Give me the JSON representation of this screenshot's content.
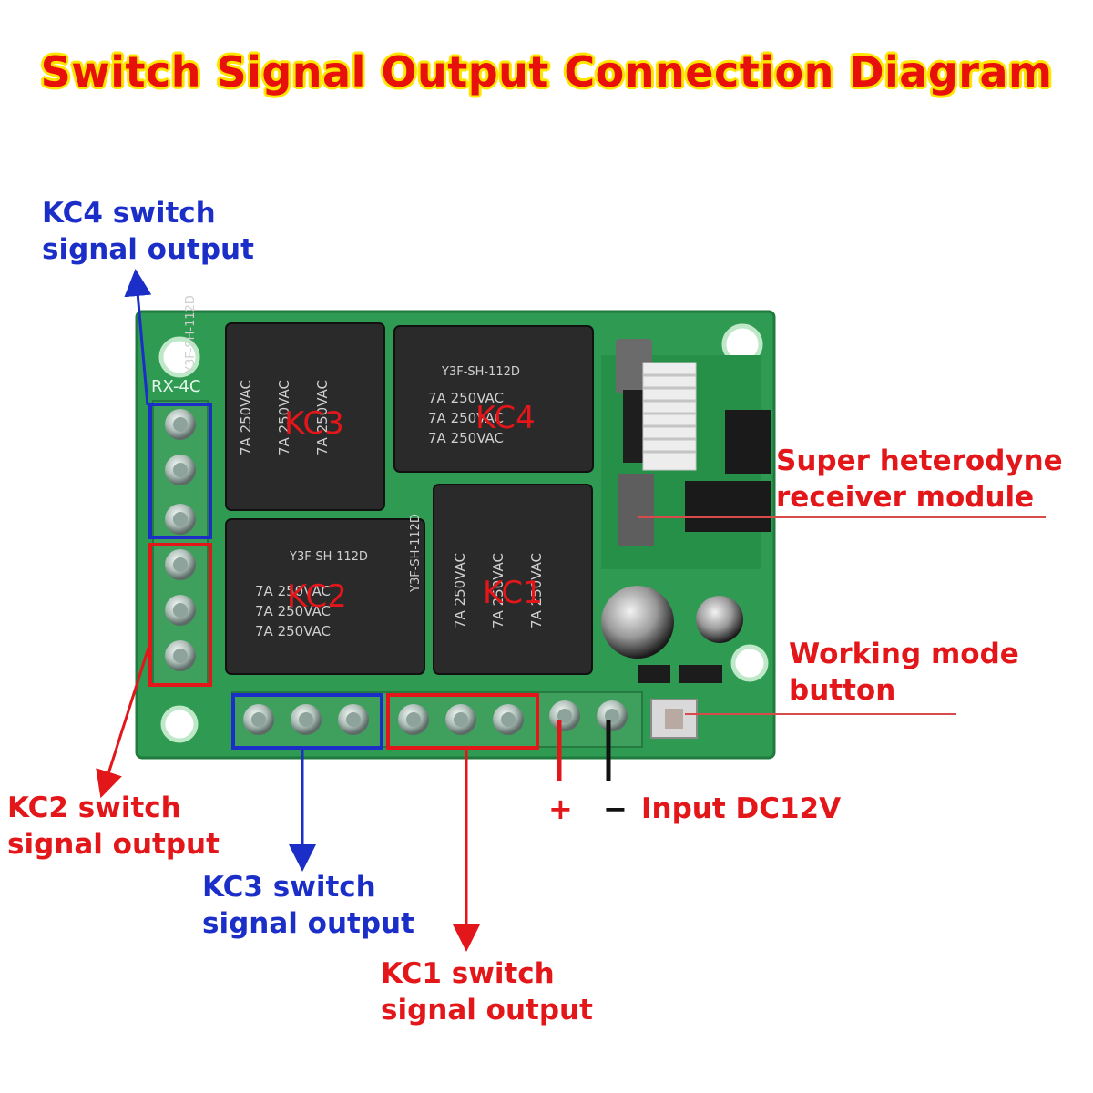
{
  "title": "Switch Signal Output Connection Diagram",
  "board": {
    "silkscreen_model": "RX-4C",
    "relays": [
      {
        "id": "KC3",
        "part": "Y3F-SH-112D",
        "ratings": [
          "7A 250VAC",
          "7A 250VAC",
          "7A 250VAC"
        ]
      },
      {
        "id": "KC4",
        "part": "Y3F-SH-112D",
        "ratings": [
          "7A 250VAC",
          "7A 250VAC",
          "7A 250VAC"
        ]
      },
      {
        "id": "KC2",
        "part": "Y3F-SH-112D",
        "ratings": [
          "7A 250VAC",
          "7A 250VAC",
          "7A 250VAC"
        ]
      },
      {
        "id": "KC1",
        "part": "Y3F-SH-112D",
        "ratings": [
          "7A 250VAC",
          "7A 250VAC",
          "7A 250VAC"
        ]
      }
    ]
  },
  "labels": {
    "kc4": {
      "line1": "KC4 switch",
      "line2": "signal output"
    },
    "kc2": {
      "line1": "KC2 switch",
      "line2": "signal output"
    },
    "kc3": {
      "line1": "KC3 switch",
      "line2": "signal output"
    },
    "kc1": {
      "line1": "KC1 switch",
      "line2": "signal output"
    },
    "receiver": {
      "line1": "Super heterodyne",
      "line2": "receiver module"
    },
    "mode_button": {
      "line1": "Working mode",
      "line2": "button"
    },
    "power": {
      "plus": "+",
      "minus": "−",
      "text": "Input DC12V"
    }
  },
  "colors": {
    "title": "#e8100b",
    "title_outline": "#ffe600",
    "blue": "#1b2fc8",
    "red": "#e3161a",
    "pcb": "#2f9a52"
  }
}
